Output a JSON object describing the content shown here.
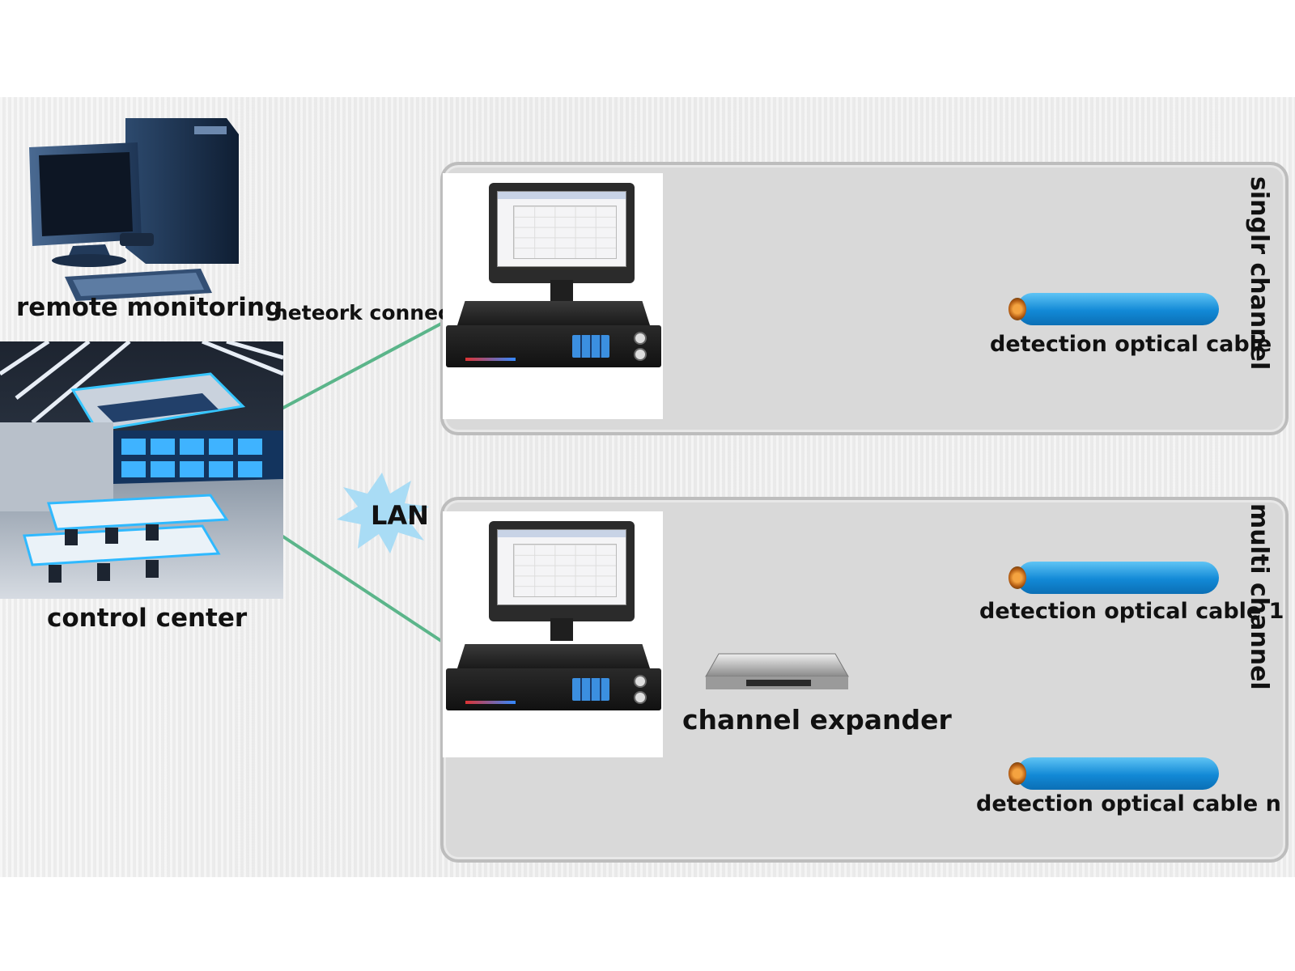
{
  "labels": {
    "remote_monitoring": "remote monitoring",
    "network_connection": "neteork connection",
    "control_center": "control center",
    "lan": "LAN",
    "single_channel": "singlr channel",
    "multi_channel": "multi channel",
    "detection_cable": "detection optical cable",
    "channel_expander": "channel expander",
    "detection_cable_1": "detection optical cable 1",
    "detection_cable_n": "detection optical cable n"
  },
  "colors": {
    "connector_line": "#5bb58a",
    "lan_burst": "#a9dcf5",
    "cable_blue": "#1289d6",
    "panel_bg": "#d9d9d9"
  },
  "icons": [
    "computer-icon",
    "control-room-photo",
    "monitor-icon",
    "rack-device-icon",
    "fiber-cable-icon",
    "channel-expander-icon"
  ]
}
